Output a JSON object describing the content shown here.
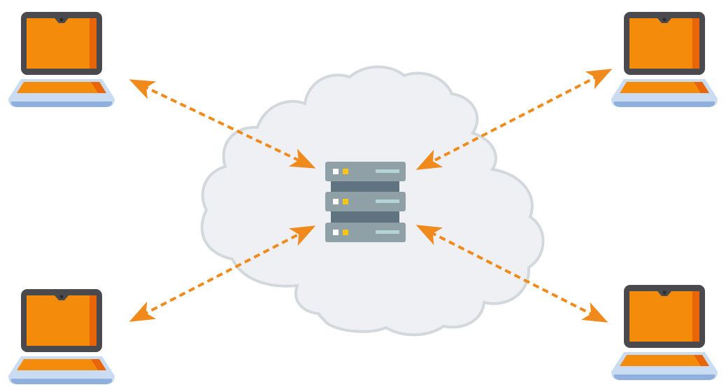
{
  "diagram": {
    "nodes": [
      {
        "id": "cloud",
        "kind": "cloud",
        "icon": "cloud-icon"
      },
      {
        "id": "server",
        "kind": "server-rack",
        "icon": "server-icon",
        "units": 3
      },
      {
        "id": "laptop-top-left",
        "kind": "laptop",
        "icon": "laptop-icon"
      },
      {
        "id": "laptop-top-right",
        "kind": "laptop",
        "icon": "laptop-icon"
      },
      {
        "id": "laptop-bottom-left",
        "kind": "laptop",
        "icon": "laptop-icon"
      },
      {
        "id": "laptop-bottom-right",
        "kind": "laptop",
        "icon": "laptop-icon"
      }
    ],
    "edges": [
      {
        "from": "laptop-top-left",
        "to": "server",
        "direction": "bidirectional",
        "style": "dotted"
      },
      {
        "from": "laptop-top-right",
        "to": "server",
        "direction": "bidirectional",
        "style": "dotted"
      },
      {
        "from": "laptop-bottom-left",
        "to": "server",
        "direction": "bidirectional",
        "style": "dotted"
      },
      {
        "from": "laptop-bottom-right",
        "to": "server",
        "direction": "bidirectional",
        "style": "dotted"
      }
    ]
  },
  "colors": {
    "arrow": "#f08a1c",
    "laptop_screen": "#f58b0a",
    "laptop_screen_shade": "#e8650a",
    "laptop_bezel": "#4a4a4e",
    "laptop_base": "#c9dcf2",
    "laptop_base_shade": "#8fb0dc",
    "laptop_keyboard": "#f58b0a",
    "cloud_fill": "#eef0f3",
    "cloud_stroke": "#d2d8dc",
    "server_unit": "#8fa0a7",
    "server_gap": "#5f7480",
    "server_slot": "#b2d4d6",
    "led_white": "#ffffff",
    "led_yellow": "#f5c518"
  }
}
